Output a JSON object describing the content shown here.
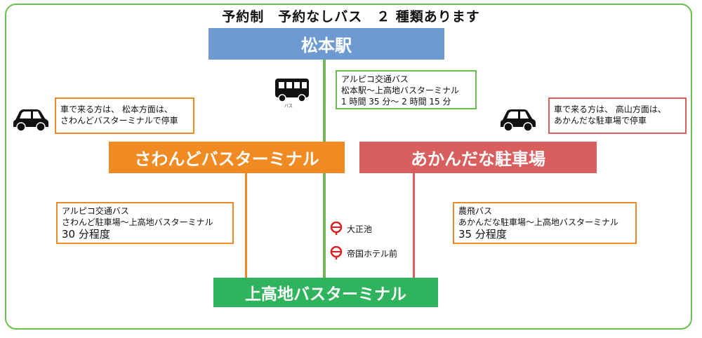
{
  "title": "予約制　予約なしバス　２ 種類あります",
  "stations": {
    "matsumoto": "松本駅",
    "sawando": "さわんどバスターミナル",
    "akanda": "あかんだな駐車場",
    "kamikochi": "上高地バスターミナル"
  },
  "bus_icon_label": "バス",
  "route_alpico_main": {
    "line1": "アルピコ交通バス",
    "line2": "松本駅～上高地バスターミナル",
    "line3": "1 時間 35 分～ 2 時間 15 分"
  },
  "car_left": {
    "line1": "車で来る方は、 松本方面は、",
    "line2": "さわんどバスターミナルで停車"
  },
  "car_right": {
    "line1": "車で来る方は、 高山方面は、",
    "line2": "あかんだな駐車場で停車"
  },
  "route_alpico_sawando": {
    "line1": "アルピコ交通バス",
    "line2": "さわんど駐車場～上高地バスターミナル",
    "line3": "30 分程度"
  },
  "route_nohi": {
    "line1": "農飛バス",
    "line2": "あかんだな駐車場～上高地バスターミナル",
    "line3": "35 分程度"
  },
  "stops": [
    "大正池",
    "帝国ホテル前"
  ],
  "colors": {
    "frame": "#6abf4b",
    "matsumoto": "#6d9bd1",
    "sawando": "#f08a22",
    "akanda": "#d95f5f",
    "kamikochi": "#2fb35c",
    "stop_icon": "#e02020"
  },
  "icons": [
    "bus-icon",
    "car-icon",
    "bus-stop-icon"
  ]
}
